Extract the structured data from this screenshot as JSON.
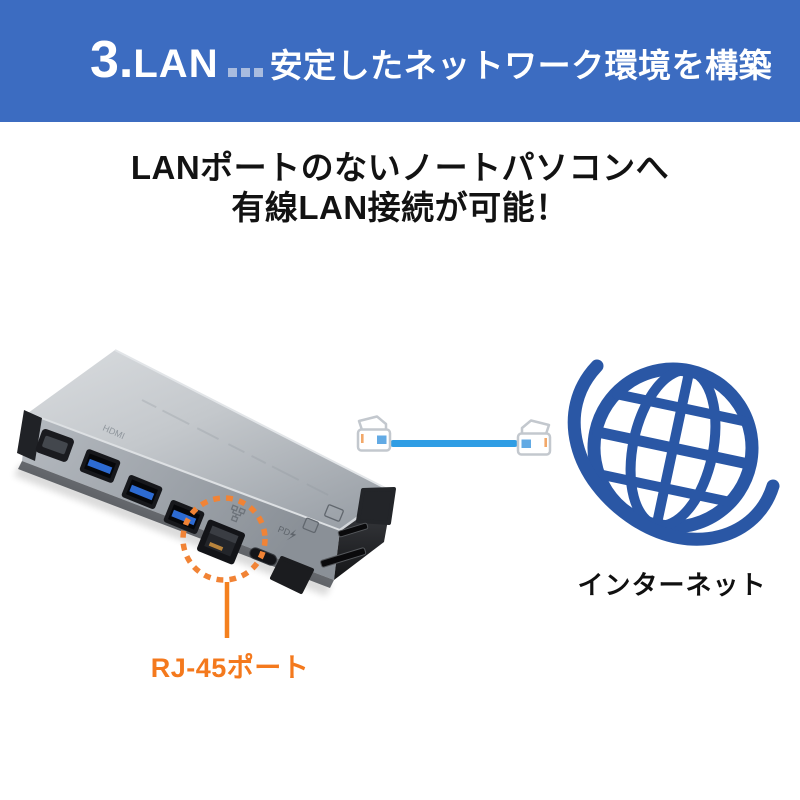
{
  "header": {
    "number": "3.",
    "title": "LAN",
    "tagline": "安定したネットワーク環境を構築",
    "bg_color": "#3c6cc1",
    "text_color": "#ffffff",
    "dots_color": "#a9bcdf"
  },
  "lead": {
    "line1": "LANポートのないノートパソコンへ",
    "line2": "有線LAN接続が可能！"
  },
  "device": {
    "type": "usb-type-c-docking-station",
    "hdmi_engraving": "HDMI",
    "pd_engraving": "PD",
    "ports": [
      "HDMI",
      "USB-A",
      "USB-A",
      "USB-A",
      "RJ-45",
      "USB Type-C PD",
      "microSD",
      "SD"
    ],
    "body_color": "#b7bcc2"
  },
  "callout": {
    "label": "RJ-45ポート",
    "color": "#f4791d"
  },
  "cable": {
    "color": "#2f9de4"
  },
  "internet": {
    "label": "インターネット",
    "globe_color": "#2a57a5"
  }
}
